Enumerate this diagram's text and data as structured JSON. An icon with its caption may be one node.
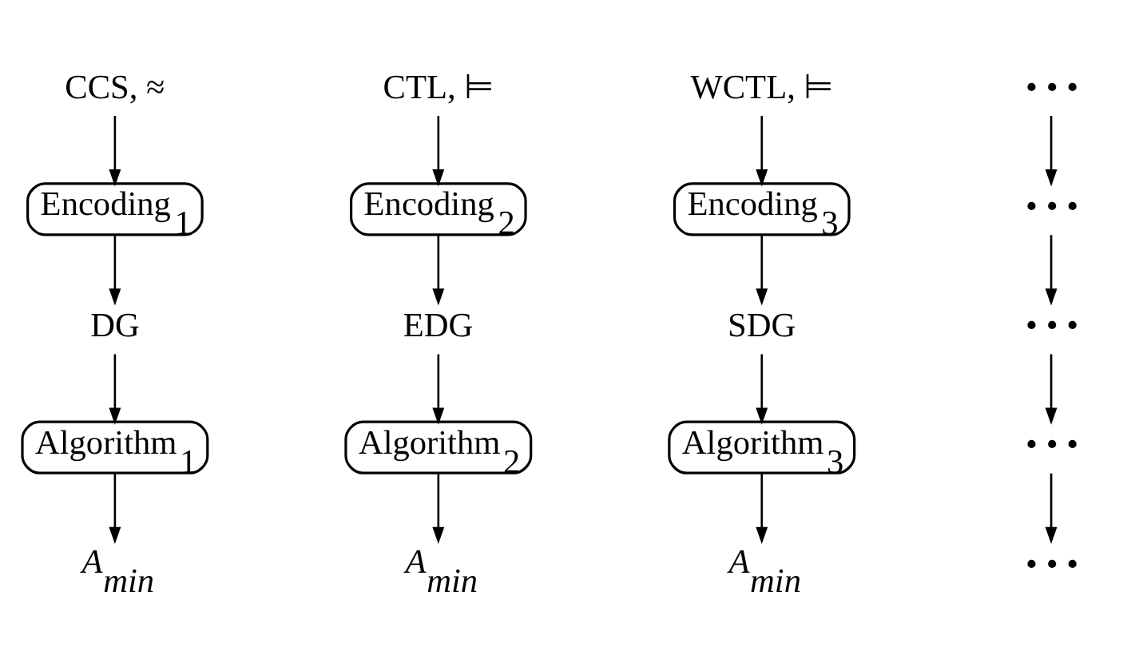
{
  "diagram": {
    "nodes": [
      {
        "text": [
          "CCS, ≈"
        ]
      },
      {
        "text": [
          "CTL, ⊨"
        ]
      },
      {
        "text": [
          "WCTL, ⊨"
        ]
      },
      {
        "text": [
          "• • •"
        ]
      },
      {
        "text": [
          "Encoding$_{1}$"
        ]
      },
      {
        "text": [
          "Encoding$_{2}$"
        ]
      },
      {
        "text": [
          "Encoding$_{3}$"
        ]
      },
      {
        "text": [
          "• • •"
        ]
      },
      {
        "text": [
          "DG"
        ]
      },
      {
        "text": [
          "EDG"
        ]
      },
      {
        "text": [
          "SDG"
        ]
      },
      {
        "text": [
          "• • •"
        ]
      },
      {
        "text": [
          "Algorithm$_{1}$"
        ]
      },
      {
        "text": [
          "Algorithm$_{2}$"
        ]
      },
      {
        "text": [
          "Algorithm$_{3}$"
        ]
      },
      {
        "text": [
          "• • •"
        ]
      },
      {
        "text": [
          "*A$_{min}$*"
        ]
      },
      {
        "text": [
          "*A$_{min}$*"
        ]
      },
      {
        "text": [
          "*A$_{min}$*"
        ]
      },
      {
        "text": [
          "• • •"
        ]
      }
    ],
    "edges": [
      {
        "from": 0,
        "to": 4,
        "arrow": "to"
      },
      {
        "from": 1,
        "to": 5,
        "arrow": "to"
      },
      {
        "from": 2,
        "to": 6,
        "arrow": "to"
      },
      {
        "from": 3,
        "to": 7,
        "arrow": "to"
      },
      {
        "from": 4,
        "to": 8,
        "arrow": "to"
      },
      {
        "from": 5,
        "to": 9,
        "arrow": "to"
      },
      {
        "from": 6,
        "to": 10,
        "arrow": "to"
      },
      {
        "from": 7,
        "to": 11,
        "arrow": "to"
      },
      {
        "from": 8,
        "to": 12,
        "arrow": "to"
      },
      {
        "from": 9,
        "to": 13,
        "arrow": "to"
      },
      {
        "from": 10,
        "to": 14,
        "arrow": "to"
      },
      {
        "from": 11,
        "to": 15,
        "arrow": "to"
      },
      {
        "from": 12,
        "to": 16,
        "arrow": "to"
      },
      {
        "from": 13,
        "to": 17,
        "arrow": "to"
      },
      {
        "from": 14,
        "to": 18,
        "arrow": "to"
      },
      {
        "from": 15,
        "to": 19,
        "arrow": "to"
      }
    ]
  }
}
